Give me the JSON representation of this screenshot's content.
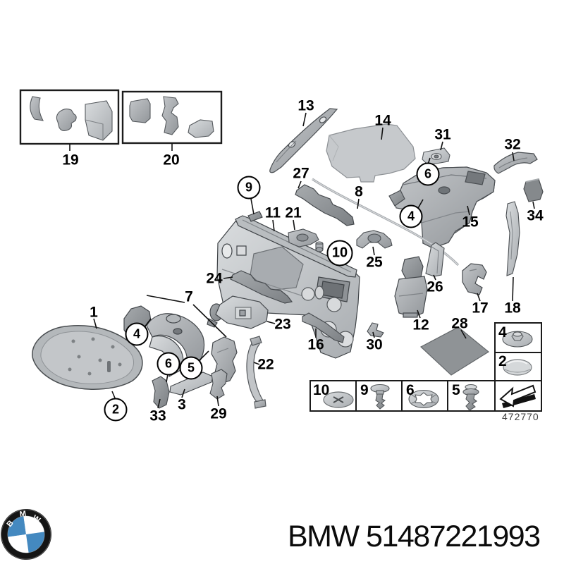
{
  "diagram": {
    "sheet_number": "472770",
    "callouts": {
      "p1": "1",
      "p2": "2",
      "p3": "3",
      "p4": "4",
      "p5": "5",
      "p6": "6",
      "p7": "7",
      "p8": "8",
      "p9": "9",
      "p10": "10",
      "p11": "11",
      "p12": "12",
      "p13": "13",
      "p14": "14",
      "p15": "15",
      "p16": "16",
      "p17": "17",
      "p18": "18",
      "p19": "19",
      "p20": "20",
      "p21": "21",
      "p22": "22",
      "p23": "23",
      "p24": "24",
      "p25": "25",
      "p26": "26",
      "p27": "27",
      "p28": "28",
      "p29": "29",
      "p30": "30",
      "p31": "31",
      "p32": "32",
      "p33": "33",
      "p34": "34"
    },
    "colors": {
      "part_light": "#c9ccce",
      "part_mid": "#aab0b4",
      "part_dark": "#8f9396",
      "outline": "#45494d",
      "mat_dark": "#8f9396"
    }
  },
  "footer": {
    "part_number": "BMW 51487221993",
    "logo": {
      "letters": {
        "b": "B",
        "m": "M",
        "w": "W"
      },
      "colors": {
        "ring": "#151515",
        "blue": "#4489c0",
        "white": "#ffffff"
      }
    }
  }
}
